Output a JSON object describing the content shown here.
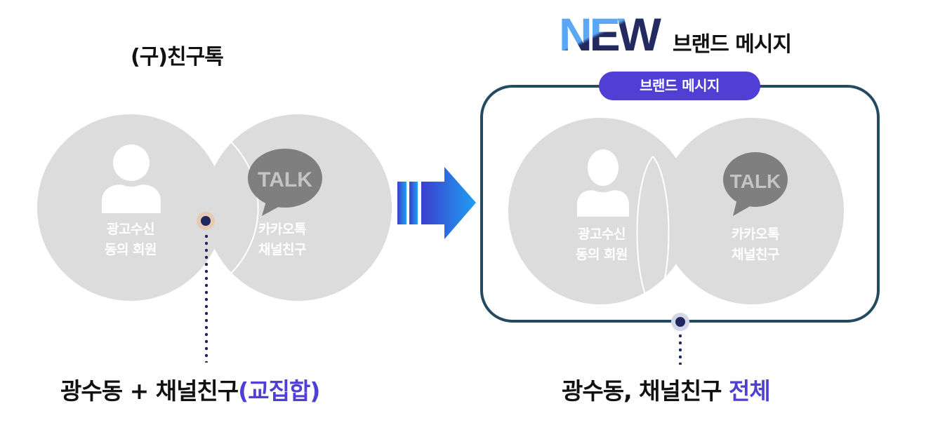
{
  "left_panel": {
    "title": "(구)친구톡",
    "venn": {
      "left_circle": {
        "icon": "person-icon",
        "line1": "광고수신",
        "line2": "동의 회원"
      },
      "right_circle": {
        "icon": "kakaotalk-talk-bubble-icon",
        "bubble_text": "TALK",
        "line1": "카카오톡",
        "line2": "채널친구"
      }
    },
    "caption": {
      "main": "광수동 + 채널친구",
      "highlight": "(교집합)"
    },
    "marker_ring_color": "#e8c9b4"
  },
  "arrow": {
    "icon": "right-arrow-icon",
    "gradient_start": "#3a3fcf",
    "gradient_end": "#1fa0f0"
  },
  "right_panel": {
    "logo_text": "NEW",
    "title": "브랜드 메시지",
    "box_label": "브랜드 메시지",
    "venn": {
      "left_circle": {
        "icon": "person-icon",
        "line1": "광고수신",
        "line2": "동의 회원"
      },
      "right_circle": {
        "icon": "kakaotalk-talk-bubble-icon",
        "bubble_text": "TALK",
        "line1": "카카오톡",
        "line2": "채널친구"
      }
    },
    "caption": {
      "main": "광수동, 채널친구 ",
      "highlight": "전체"
    },
    "marker_ring_color": "#d3d6e8"
  },
  "colors": {
    "accent": "#4f3fd4",
    "box_border": "#234a60",
    "marker_dot": "#1f2660",
    "circle_fill": "#dcdcdc",
    "bubble_fill": "#7f7f7f"
  }
}
